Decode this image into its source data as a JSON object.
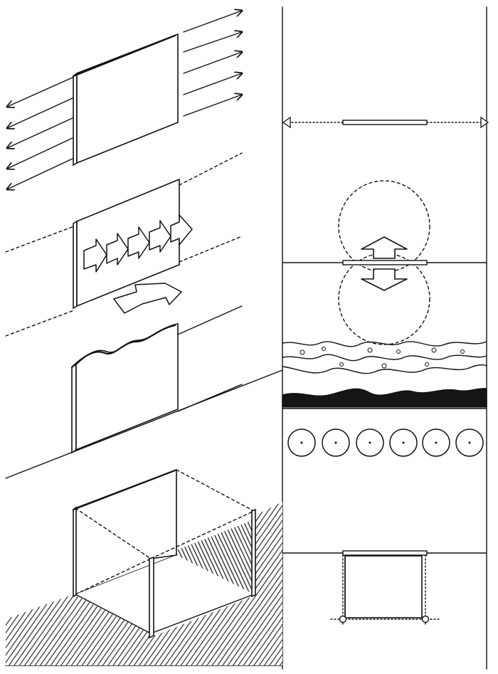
{
  "figure": {
    "panel_count": 5,
    "right_column_sketches": 6,
    "tree_count": 6
  },
  "colors": {
    "ink": "#111111",
    "paper": "#ffffff",
    "hatch": "#2a2a2a"
  }
}
